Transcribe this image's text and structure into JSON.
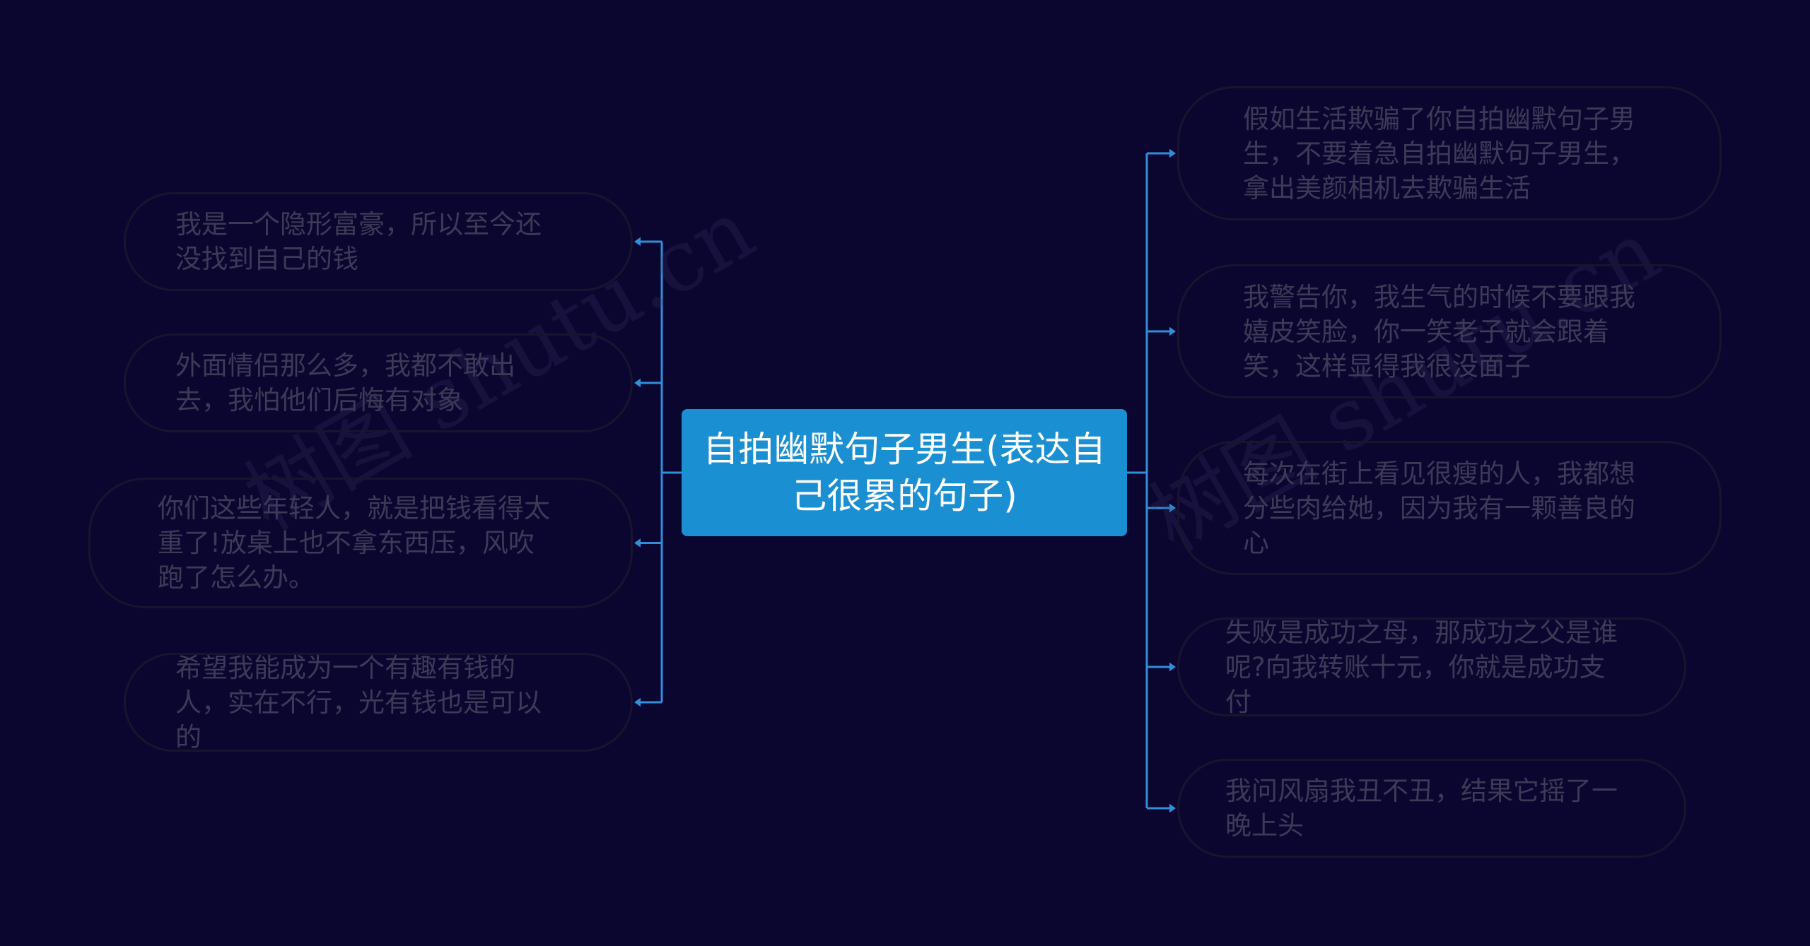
{
  "root": {
    "text": "自拍幽默句子男生(表达自己很累的句子)"
  },
  "left_branches": [
    {
      "text": "我是一个隐形富豪，所以至今还没找到自己的钱"
    },
    {
      "text": "外面情侣那么多，我都不敢出去，我怕他们后悔有对象"
    },
    {
      "text": "你们这些年轻人，就是把钱看得太重了!放桌上也不拿东西压，风吹跑了怎么办。"
    },
    {
      "text": "希望我能成为一个有趣有钱的人，实在不行，光有钱也是可以的"
    }
  ],
  "right_branches": [
    {
      "text": "假如生活欺骗了你自拍幽默句子男生，不要着急自拍幽默句子男生，拿出美颜相机去欺骗生活"
    },
    {
      "text": "我警告你，我生气的时候不要跟我嬉皮笑脸，你一笑老子就会跟着笑，这样显得我很没面子"
    },
    {
      "text": "每次在街上看见很瘦的人，我都想分些肉给她，因为我有一颗善良的心"
    },
    {
      "text": "失败是成功之母，那成功之父是谁呢?向我转账十元，你就是成功支付"
    },
    {
      "text": "我问风扇我丑不丑，结果它摇了一晚上头"
    }
  ],
  "colors": {
    "background": "#0b0630",
    "root_fill": "#1a8fd2",
    "connector": "#2f8fd8",
    "node_border": "#19142e",
    "node_text": "#3d3956"
  }
}
